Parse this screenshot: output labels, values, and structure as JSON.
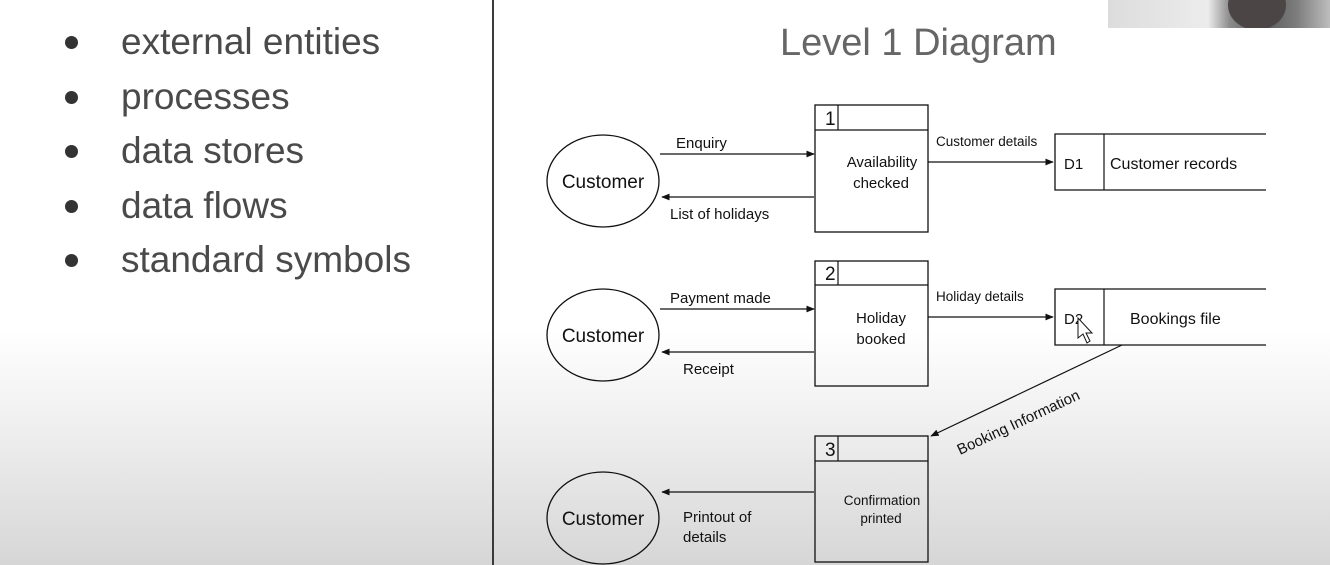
{
  "bullets": [
    "external entities",
    "processes",
    "data stores",
    "data flows",
    "standard symbols"
  ],
  "title": "Level 1 Diagram",
  "rows": [
    {
      "entity": "Customer",
      "process": {
        "number": "1",
        "line1": "Availability",
        "line2": "checked"
      },
      "in_flow": "Enquiry",
      "out_flow": {
        "line1": "List of holidays",
        "line2": ""
      },
      "store_flow": "Customer details",
      "store": {
        "id": "D1",
        "name": "Customer records"
      }
    },
    {
      "entity": "Customer",
      "process": {
        "number": "2",
        "line1": "Holiday",
        "line2": "booked"
      },
      "in_flow": "Payment made",
      "out_flow": {
        "line1": "Receipt",
        "line2": ""
      },
      "store_flow": "Holiday details",
      "store": {
        "id": "D2",
        "name": "Bookings file"
      }
    },
    {
      "entity": "Customer",
      "process": {
        "number": "3",
        "line1": "Confirmation",
        "line2": "printed"
      },
      "in_flow": "",
      "out_flow": {
        "line1": "Printout of",
        "line2": "details"
      },
      "store_flow": "",
      "store": null
    }
  ],
  "diagonal_flow": "Booking Information",
  "icons": {
    "bullet": "bullet-dot-icon",
    "cursor": "mouse-cursor-icon",
    "webcam": "webcam-thumbnail"
  }
}
